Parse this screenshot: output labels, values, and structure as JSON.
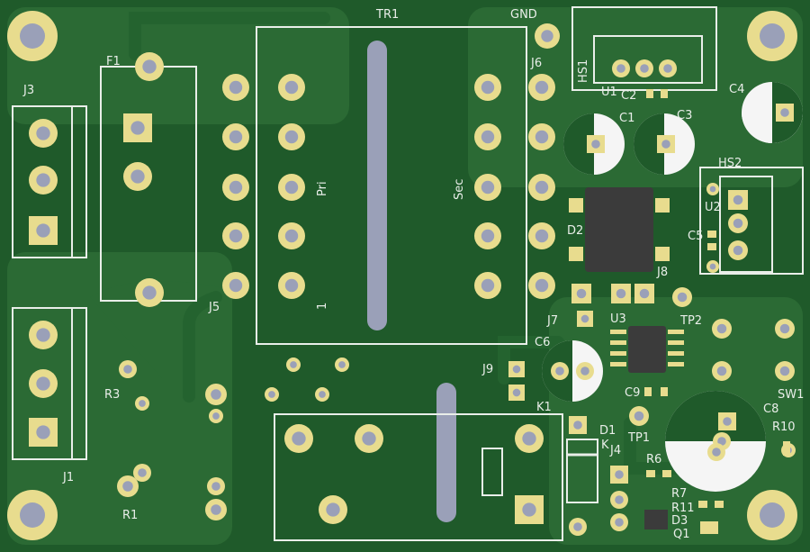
{
  "board": {
    "title": "TR1",
    "colors": {
      "mask": "#1f5a2a",
      "copper": "#2b6a34",
      "pad": "#e8dc8e",
      "drill": "#9aa0b8",
      "silk": "#e9eee9"
    }
  },
  "labels": {
    "tr1": "TR1",
    "gnd": "GND",
    "f1": "F1",
    "j3": "J3",
    "j6": "J6",
    "hs1": "HS1",
    "u1": "U1",
    "c2": "C2",
    "c4": "C4",
    "c1": "C1",
    "c3": "C3",
    "hs2": "HS2",
    "u2": "U2",
    "c5": "C5",
    "d2": "D2",
    "j8": "J8",
    "j5": "J5",
    "pri": "Pri",
    "sec": "Sec",
    "one": "1",
    "j7": "J7",
    "u3": "U3",
    "tp2": "TP2",
    "c6": "C6",
    "r3": "R3",
    "j9": "J9",
    "c9": "C9",
    "sw1": "SW1",
    "c8": "C8",
    "k1": "K1",
    "d1": "D1",
    "tp1": "TP1",
    "r10": "R10",
    "j1": "J1",
    "k": "K",
    "j4": "J4",
    "r6": "R6",
    "r1": "R1",
    "r7": "R7",
    "r11": "R11",
    "d3": "D3",
    "q1": "Q1"
  }
}
